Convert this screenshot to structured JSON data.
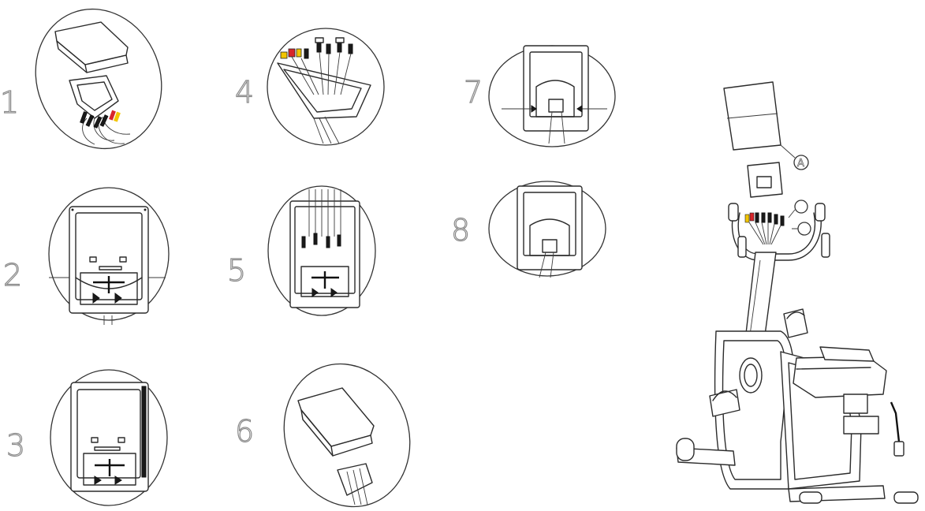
{
  "steps": [
    {
      "id": "1",
      "label": "1"
    },
    {
      "id": "2",
      "label": "2"
    },
    {
      "id": "3",
      "label": "3"
    },
    {
      "id": "4",
      "label": "4"
    },
    {
      "id": "5",
      "label": "5"
    },
    {
      "id": "6",
      "label": "6"
    },
    {
      "id": "7",
      "label": "7"
    },
    {
      "id": "8",
      "label": "8"
    }
  ],
  "overview": {
    "callout_a": "A"
  },
  "colors": {
    "line": "#2b2b2b",
    "step_number": "#8a8a8a",
    "wire_red": "#d8252a",
    "wire_yellow": "#f2c500",
    "wire_dark": "#1a1a1a"
  }
}
